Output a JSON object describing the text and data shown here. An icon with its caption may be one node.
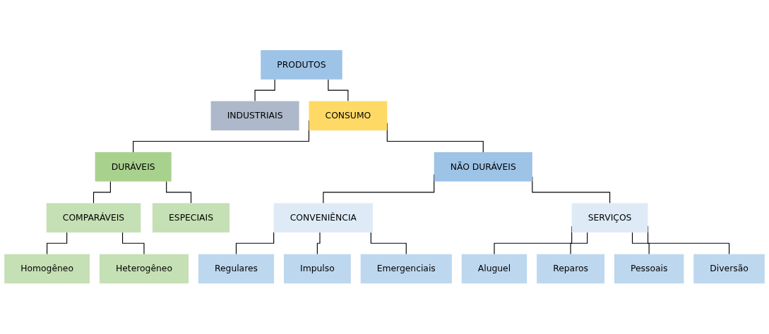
{
  "diagram": {
    "nodes": [
      {
        "text": [
          "PRODUTOS"
        ]
      },
      {
        "text": [
          "INDUSTRIAIS"
        ]
      },
      {
        "text": [
          "CONSUMO"
        ]
      },
      {
        "text": [
          "DURÁVEIS"
        ]
      },
      {
        "text": [
          "NÃO DURÁVEIS"
        ]
      },
      {
        "text": [
          "COMPARÁVEIS"
        ]
      },
      {
        "text": [
          "Homogêneo"
        ]
      },
      {
        "text": [
          "Heterogêneo"
        ]
      },
      {
        "text": [
          "ESPECIAIS"
        ]
      },
      {
        "text": [
          "CONVENIÊNCIA"
        ]
      },
      {
        "text": [
          "Regulares"
        ]
      },
      {
        "text": [
          "Impulso"
        ]
      },
      {
        "text": [
          "Emergenciais"
        ]
      },
      {
        "text": [
          "SERVIÇOS"
        ]
      },
      {
        "text": [
          "Aluguel"
        ]
      },
      {
        "text": [
          "Reparos"
        ]
      },
      {
        "text": [
          "Pessoais"
        ]
      },
      {
        "text": [
          "Diversão"
        ]
      }
    ],
    "edges": [
      {
        "from": 0,
        "to": 1,
        "arrow": "none"
      },
      {
        "from": 0,
        "to": 2,
        "arrow": "none"
      },
      {
        "from": 2,
        "to": 3,
        "arrow": "none"
      },
      {
        "from": 2,
        "to": 4,
        "arrow": "none"
      },
      {
        "from": 3,
        "to": 5,
        "arrow": "none"
      },
      {
        "from": 3,
        "to": 8,
        "arrow": "none"
      },
      {
        "from": 5,
        "to": 6,
        "arrow": "none"
      },
      {
        "from": 5,
        "to": 7,
        "arrow": "none"
      },
      {
        "from": 4,
        "to": 9,
        "arrow": "none"
      },
      {
        "from": 4,
        "to": 13,
        "arrow": "none"
      },
      {
        "from": 9,
        "to": 10,
        "arrow": "none"
      },
      {
        "from": 9,
        "to": 11,
        "arrow": "none"
      },
      {
        "from": 9,
        "to": 12,
        "arrow": "none"
      },
      {
        "from": 13,
        "to": 14,
        "arrow": "none"
      },
      {
        "from": 13,
        "to": 15,
        "arrow": "none"
      },
      {
        "from": 13,
        "to": 16,
        "arrow": "none"
      },
      {
        "from": 13,
        "to": 17,
        "arrow": "none"
      }
    ]
  }
}
